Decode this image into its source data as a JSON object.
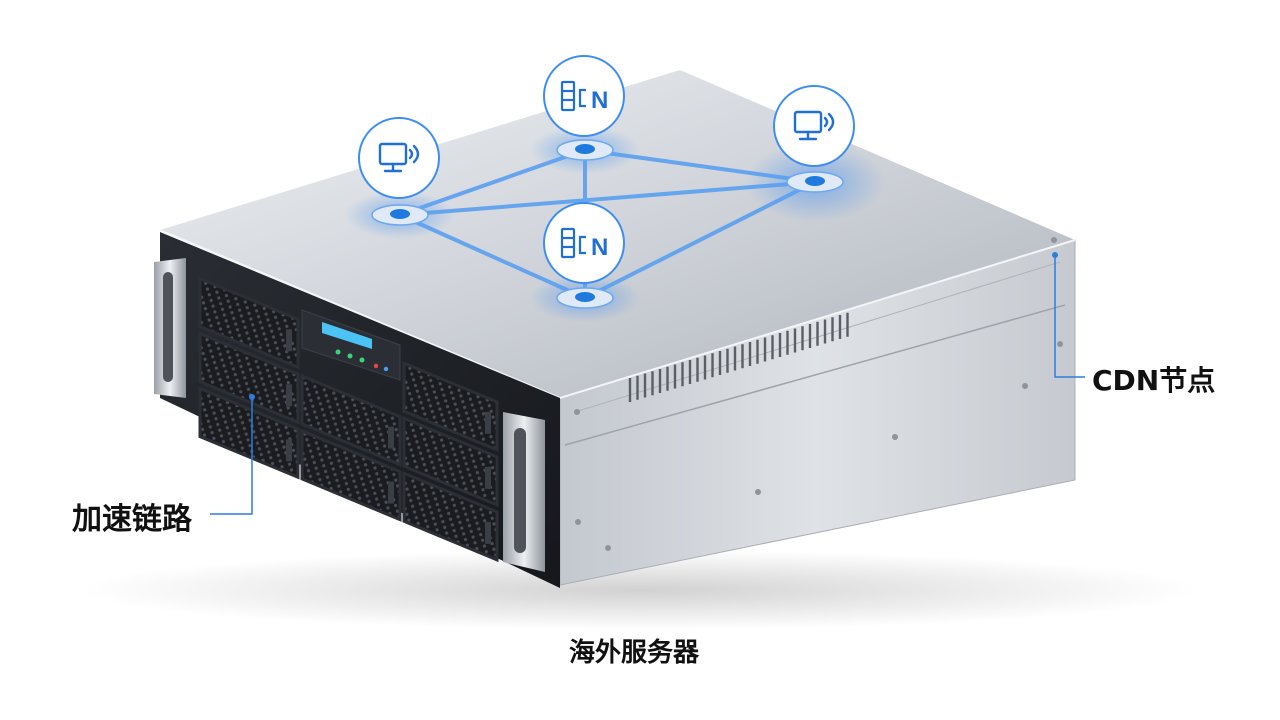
{
  "labels": {
    "cdn_node": "CDN节点",
    "acceleration_link": "加速链路",
    "caption": "海外服务器"
  },
  "nodes": [
    {
      "id": "monitor-left",
      "icon": "monitor-wifi-icon"
    },
    {
      "id": "cdn-top",
      "icon": "cdn-icon",
      "text": "N"
    },
    {
      "id": "monitor-right",
      "icon": "monitor-wifi-icon"
    },
    {
      "id": "cdn-center",
      "icon": "cdn-icon",
      "text": "N"
    }
  ],
  "colors": {
    "accent": "#1f7ae0",
    "link_line": "#5aa0f0",
    "chassis_top": "#c9ced6",
    "chassis_side": "#b9bec6",
    "front_panel": "#1c1f24",
    "display": "#4cc3f5"
  }
}
